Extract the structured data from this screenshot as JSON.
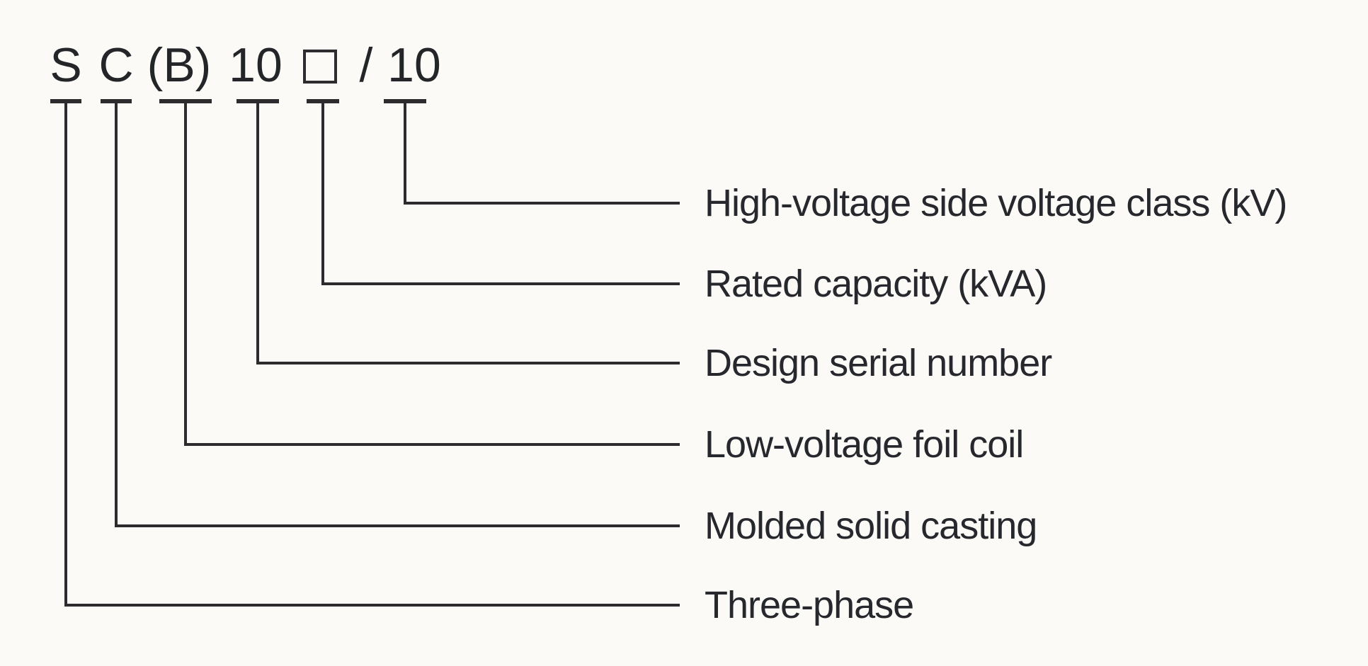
{
  "diagram": {
    "title_code": {
      "full": "S C (B) 10 □ / 10",
      "tokens": [
        {
          "text": "S"
        },
        {
          "text": "C"
        },
        {
          "text": "(B)"
        },
        {
          "text": "10"
        },
        {
          "text": "□",
          "type": "placeholder-box"
        },
        {
          "text": "/"
        },
        {
          "text": "10"
        }
      ]
    },
    "labels": [
      {
        "text": "High-voltage side voltage class (kV)"
      },
      {
        "text": "Rated capacity (kVA)"
      },
      {
        "text": "Design serial number"
      },
      {
        "text": "Low-voltage foil coil"
      },
      {
        "text": "Molded solid casting"
      },
      {
        "text": "Three-phase"
      }
    ],
    "colors": {
      "line": "#2c2c2e",
      "text": "#26282d",
      "background": "#fbfaf6"
    }
  }
}
